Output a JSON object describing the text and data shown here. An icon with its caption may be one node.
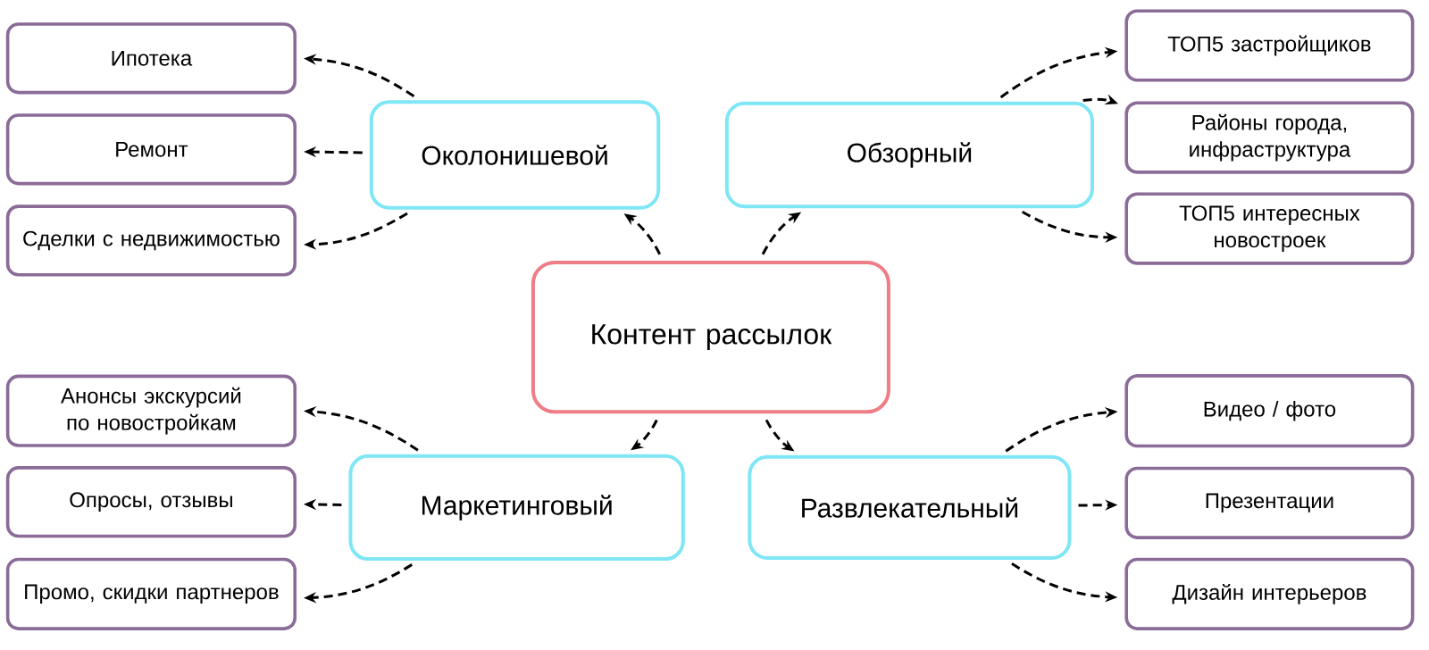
{
  "diagram": {
    "nodes": [
      {
        "text": [
          "Контент рассылок"
        ]
      },
      {
        "text": [
          "Околонишевой"
        ]
      },
      {
        "text": [
          "Обзорный"
        ]
      },
      {
        "text": [
          "Маркетинговый"
        ]
      },
      {
        "text": [
          "Развлекательный"
        ]
      },
      {
        "text": [
          "Ипотека"
        ]
      },
      {
        "text": [
          "Ремонт"
        ]
      },
      {
        "text": [
          "Сделки с недвижимостью"
        ]
      },
      {
        "text": [
          "ТОП5 застройщиков"
        ]
      },
      {
        "text": [
          "Районы города, инфраструктура"
        ]
      },
      {
        "text": [
          "ТОП5 интересных новостроек"
        ]
      },
      {
        "text": [
          "Анонсы экскурсий по новостройкам"
        ]
      },
      {
        "text": [
          "Опросы, отзывы"
        ]
      },
      {
        "text": [
          "Промо, скидки партнеров"
        ]
      },
      {
        "text": [
          "Видео / фото"
        ]
      },
      {
        "text": [
          "Презентации"
        ]
      },
      {
        "text": [
          "Дизайн интерьеров"
        ]
      }
    ],
    "edges": [
      {
        "from": 0,
        "to": 1,
        "arrow": "to",
        "style": "dashed"
      },
      {
        "from": 0,
        "to": 2,
        "arrow": "to",
        "style": "dashed"
      },
      {
        "from": 0,
        "to": 3,
        "arrow": "to",
        "style": "dashed"
      },
      {
        "from": 0,
        "to": 4,
        "arrow": "to",
        "style": "dashed"
      },
      {
        "from": 1,
        "to": 5,
        "arrow": "to",
        "style": "dashed"
      },
      {
        "from": 1,
        "to": 6,
        "arrow": "to",
        "style": "dashed"
      },
      {
        "from": 1,
        "to": 7,
        "arrow": "to",
        "style": "dashed"
      },
      {
        "from": 2,
        "to": 8,
        "arrow": "to",
        "style": "dashed"
      },
      {
        "from": 2,
        "to": 9,
        "arrow": "to",
        "style": "dashed"
      },
      {
        "from": 2,
        "to": 10,
        "arrow": "to",
        "style": "dashed"
      },
      {
        "from": 3,
        "to": 11,
        "arrow": "to",
        "style": "dashed"
      },
      {
        "from": 3,
        "to": 12,
        "arrow": "to",
        "style": "dashed"
      },
      {
        "from": 3,
        "to": 13,
        "arrow": "to",
        "style": "dashed"
      },
      {
        "from": 4,
        "to": 14,
        "arrow": "to",
        "style": "dashed"
      },
      {
        "from": 4,
        "to": 15,
        "arrow": "to",
        "style": "dashed"
      },
      {
        "from": 4,
        "to": 16,
        "arrow": "to",
        "style": "dashed"
      }
    ]
  }
}
